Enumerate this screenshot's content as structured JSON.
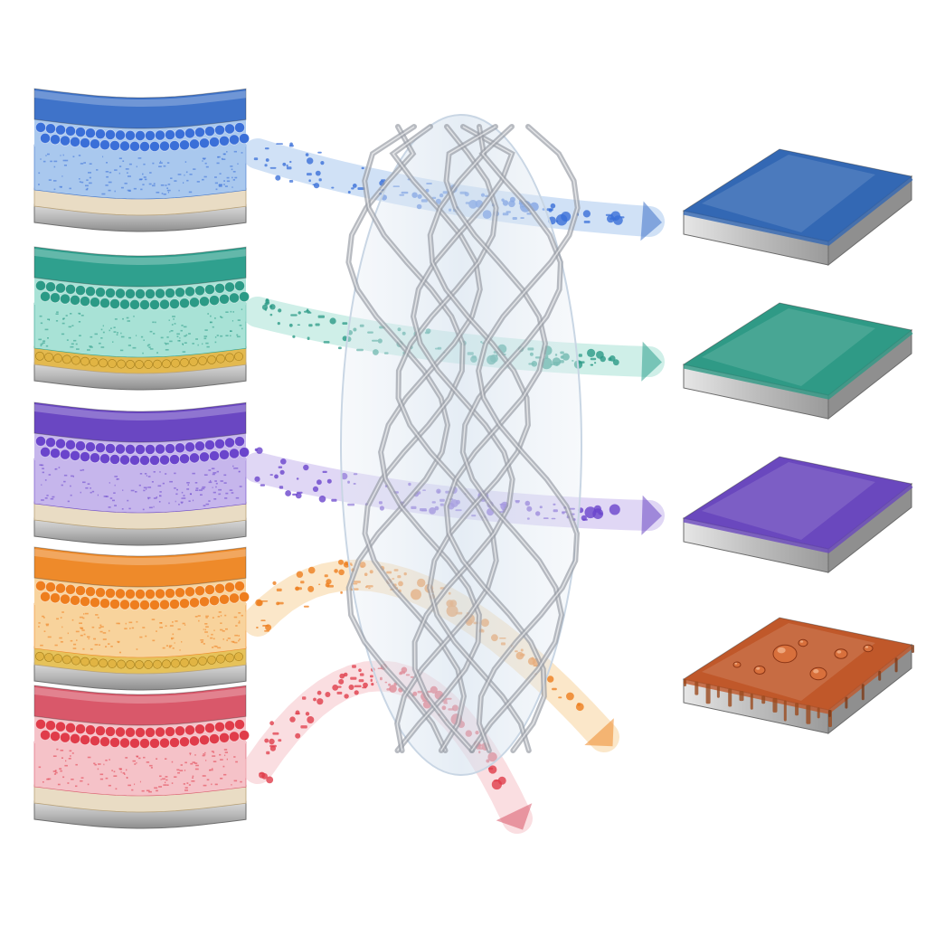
{
  "diagram": {
    "coating_systems": [
      {
        "id": "blue",
        "color": "#3f73c9",
        "light": "#a9c8ee",
        "dot": "#3a6fd8",
        "base": "#e9dcc4",
        "outcome": "protected"
      },
      {
        "id": "teal",
        "color": "#2fa08e",
        "light": "#a8e2d6",
        "dot": "#2b9a86",
        "base": "#e3b94f",
        "outcome": "protected"
      },
      {
        "id": "purple",
        "color": "#6a47c2",
        "light": "#c6b6ec",
        "dot": "#6a45cc",
        "base": "#e9dcc4",
        "outcome": "protected"
      },
      {
        "id": "orange",
        "color": "#ee8a2a",
        "light": "#f8d39c",
        "dot": "#ee7e1e",
        "base": "#e6c25a",
        "outcome": "deflected"
      },
      {
        "id": "red",
        "color": "#d9586a",
        "light": "#f5c2c8",
        "dot": "#e03c4a",
        "base": "#e9dcc4",
        "outcome": "deflected"
      }
    ],
    "barrier": {
      "fill": "#dbe6f0",
      "fiber": "#9a9ea6"
    },
    "result_panels": [
      {
        "id": "blue-panel",
        "top": "#3368b4",
        "state": "coated"
      },
      {
        "id": "teal-panel",
        "top": "#2f9a86",
        "state": "coated"
      },
      {
        "id": "purple-panel",
        "top": "#6a48be",
        "state": "coated"
      },
      {
        "id": "rust-panel",
        "top": "#c0582a",
        "state": "corroded"
      }
    ]
  }
}
